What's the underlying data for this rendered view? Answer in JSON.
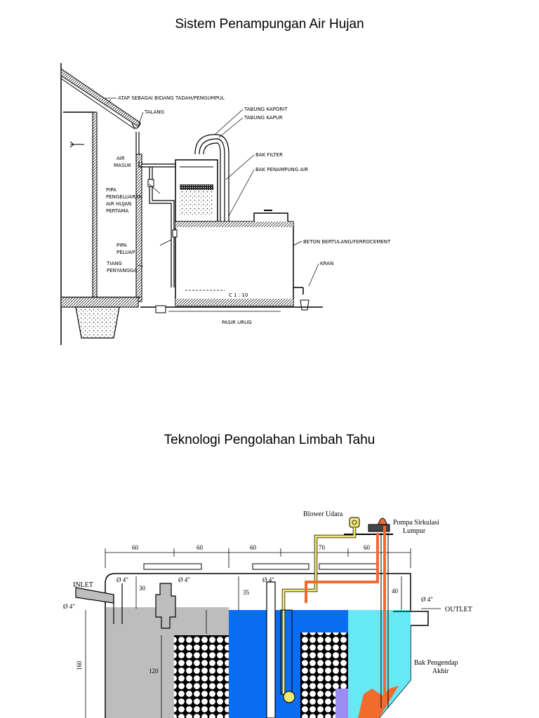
{
  "document": {
    "title_1": "Sistem Penampungan Air Hujan",
    "title_2": "Teknologi Pengolahan Limbah Tahu"
  },
  "rainwater_diagram": {
    "labels": {
      "roof": "ATAP SEBAGAI BIDANG TADAH/PENGUMPUL",
      "gutter": "TALANG",
      "chlorine_tube": "TABUNG KAPORIT",
      "lime_tube": "TABUNG KAPUR",
      "filter_tank": "BAK FILTER",
      "storage_tank": "BAK PENAMPUNG AIR",
      "water_in_1": "AIR",
      "water_in_2": "MASUK",
      "first_flush_1": "PIPA",
      "first_flush_2": "PENGELUARAN",
      "first_flush_3": "AIR HUJAN",
      "first_flush_4": "PERTAMA",
      "outlet_pipe_1": "PIPA",
      "outlet_pipe_2": "PELUAP",
      "support_1": "TIANG",
      "support_2": "PENYANGGA",
      "concrete": "BETON BERTULANG/FERROCEMENT",
      "tap": "KRAN",
      "slope": "C 1 : 10",
      "sand_fill": "PASIR URUG"
    }
  },
  "tofu_diagram": {
    "labels": {
      "blower": "Blower Udara",
      "pump_1": "Pompa Sirkulasi",
      "pump_2": "Lumpur",
      "inlet": "INLET",
      "outlet": "OUTLET",
      "settling_1": "Bak Pengendap",
      "settling_2": "Akhir"
    },
    "dimensions": {
      "w1": "60",
      "w2": "60",
      "w3": "60",
      "w4": "70",
      "w5": "60",
      "h_top_left": "30",
      "h_top_mid": "35",
      "h_top_right": "40",
      "h_media": "120",
      "h_total": "160"
    },
    "pipe_diameters": {
      "inlet_dia": "Ø 4\"",
      "inlet_top_dia": "Ø 4\"",
      "chamber2_dia": "Ø 4\"",
      "chamber3_dia": "Ø 4\"",
      "outlet_dia": "Ø 4\""
    },
    "colors": {
      "sludge_water": "#bdbdbd",
      "aerobic_water": "#0a6cf0",
      "clear_water": "#66e8f5",
      "air_pipe": "#f2ea72",
      "sludge_pipe": "#f26b2e",
      "sludge_bottom": "#9b8cf2"
    }
  }
}
